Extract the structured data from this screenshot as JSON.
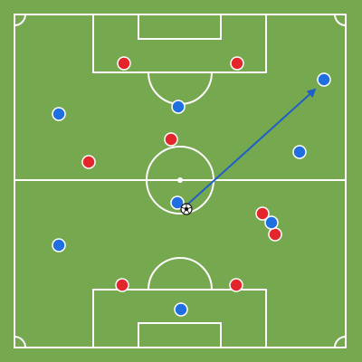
{
  "scene": {
    "kind": "tactical-pitch",
    "orientation": "vertical"
  },
  "colors": {
    "grass": "#76a84f",
    "lines": "#ffffff",
    "team_red": "#e3262b",
    "team_blue": "#1f6fe0",
    "pass_arrow": "#1e5fc8",
    "player_outline": "#ffffff"
  },
  "players": {
    "red": [
      {
        "id": "red-1"
      },
      {
        "id": "red-2"
      },
      {
        "id": "red-3"
      },
      {
        "id": "red-4"
      },
      {
        "id": "red-5"
      },
      {
        "id": "red-6"
      },
      {
        "id": "red-7"
      },
      {
        "id": "red-8"
      }
    ],
    "blue": [
      {
        "id": "blue-1"
      },
      {
        "id": "blue-2"
      },
      {
        "id": "blue-3"
      },
      {
        "id": "blue-4"
      },
      {
        "id": "blue-5"
      },
      {
        "id": "blue-6"
      },
      {
        "id": "blue-7"
      },
      {
        "id": "blue-8"
      }
    ]
  },
  "ball": {
    "icon": "soccer-ball-icon"
  },
  "pass": {
    "icon": "pass-arrow-icon"
  }
}
